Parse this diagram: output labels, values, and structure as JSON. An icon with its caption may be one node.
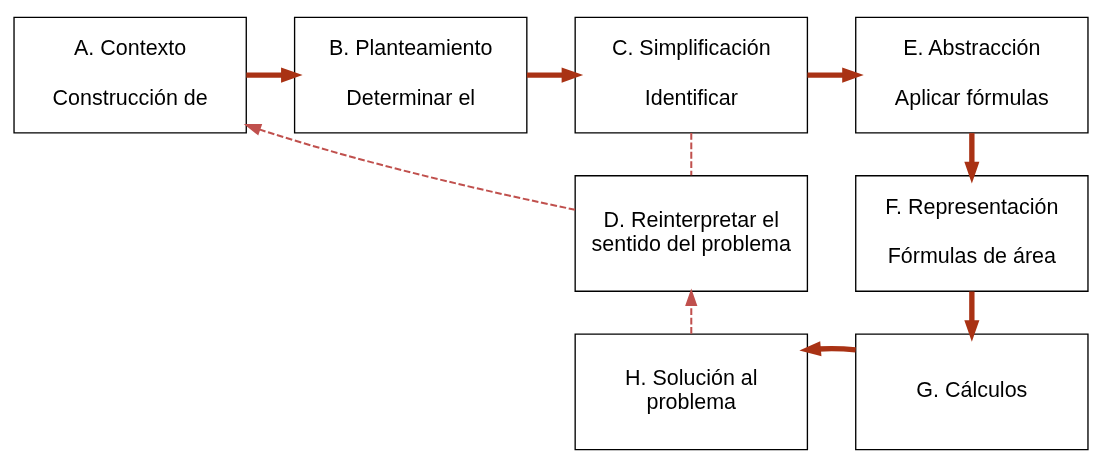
{
  "diagram": {
    "nodes": [
      {
        "text": [
          "A. Contexto",
          "Construcción de"
        ]
      },
      {
        "text": [
          "B. Planteamiento",
          "Determinar el"
        ]
      },
      {
        "text": [
          "C. Simplificación",
          "Identificar"
        ]
      },
      {
        "text": [
          "E. Abstracción",
          "Aplicar fórmulas"
        ]
      },
      {
        "text": [
          "D. Reinterpretar el sentido del problema"
        ]
      },
      {
        "text": [
          "F. Representación",
          "Fórmulas de área"
        ]
      },
      {
        "text": [
          "H. Solución al problema"
        ]
      },
      {
        "text": [
          "G. Cálculos"
        ]
      }
    ],
    "edges": [
      {
        "from": 0,
        "to": 1,
        "arrow": "to"
      },
      {
        "from": 1,
        "to": 2,
        "arrow": "to"
      },
      {
        "from": 2,
        "to": 3,
        "arrow": "to"
      },
      {
        "from": 3,
        "to": 5,
        "arrow": "to"
      },
      {
        "from": 5,
        "to": 7,
        "arrow": "to"
      },
      {
        "from": 7,
        "to": 6,
        "arrow": "to"
      },
      {
        "from": 2,
        "to": 4,
        "arrow": "none",
        "style": "dashed",
        "color": "#c0504d"
      },
      {
        "from": 4,
        "to": 0,
        "arrow": "to",
        "style": "dashed",
        "color": "#c0504d"
      },
      {
        "from": 6,
        "to": 4,
        "arrow": "to",
        "style": "dashed",
        "color": "#c0504d"
      }
    ]
  }
}
